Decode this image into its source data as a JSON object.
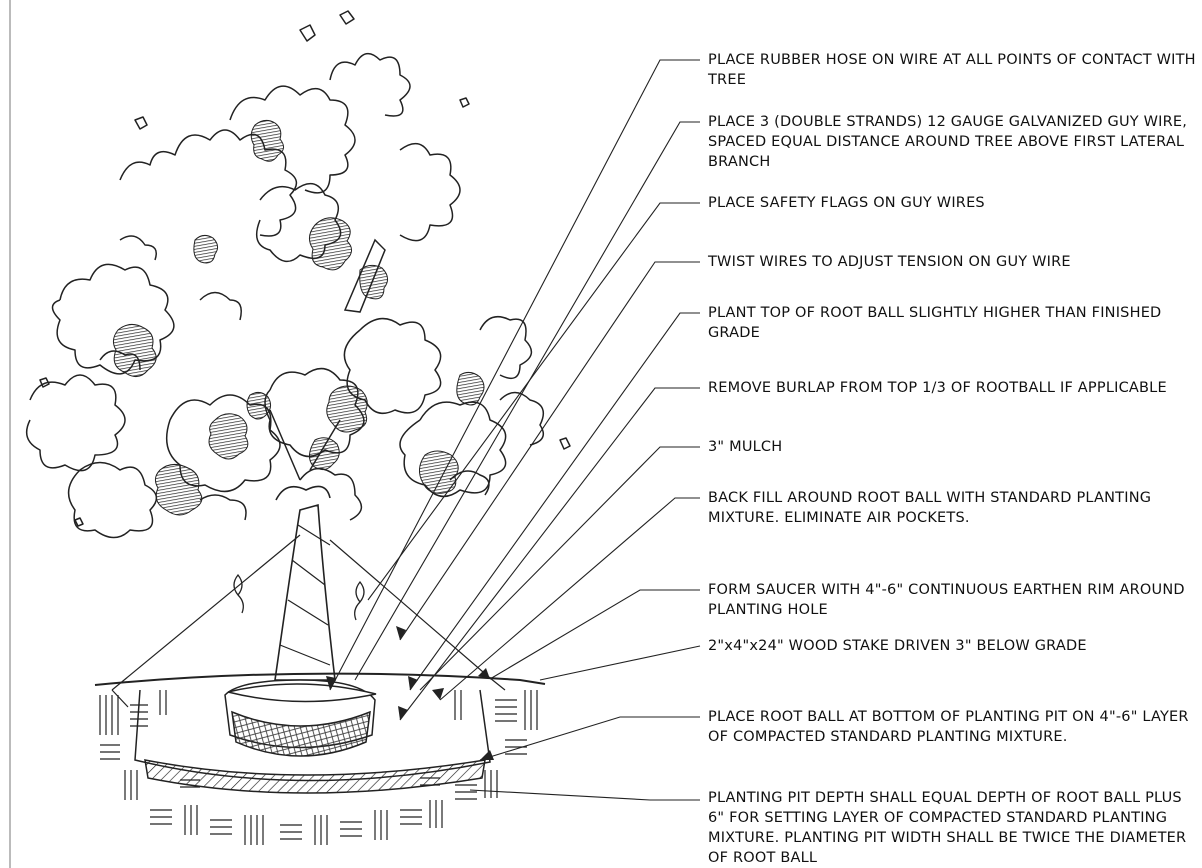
{
  "detail": {
    "notes": [
      "PLACE RUBBER HOSE ON WIRE AT ALL POINTS OF CONTACT WITH TREE",
      "PLACE 3 (DOUBLE STRANDS) 12 GAUGE GALVANIZED GUY WIRE, SPACED EQUAL DISTANCE AROUND TREE ABOVE FIRST LATERAL BRANCH",
      "PLACE SAFETY FLAGS ON GUY WIRES",
      "TWIST WIRES TO ADJUST TENSION ON GUY WIRE",
      "PLANT TOP OF ROOT BALL SLIGHTLY HIGHER THAN FINISHED GRADE",
      "REMOVE BURLAP FROM TOP 1/3 OF ROOTBALL IF APPLICABLE",
      "3\" MULCH",
      "BACK FILL AROUND ROOT BALL WITH STANDARD PLANTING MIXTURE. ELIMINATE AIR POCKETS.",
      "FORM SAUCER WITH 4\"-6\" CONTINUOUS EARTHEN RIM AROUND PLANTING HOLE",
      "2\"x4\"x24\" WOOD STAKE DRIVEN 3\" BELOW GRADE",
      "PLACE ROOT BALL AT BOTTOM OF PLANTING PIT ON 4\"-6\" LAYER OF COMPACTED STANDARD PLANTING MIXTURE.",
      "PLANTING PIT DEPTH SHALL EQUAL DEPTH OF ROOT BALL PLUS 6\" FOR SETTING LAYER OF COMPACTED STANDARD PLANTING MIXTURE. PLANTING PIT WIDTH SHALL BE TWICE THE DIAMETER OF ROOT BALL"
    ]
  }
}
